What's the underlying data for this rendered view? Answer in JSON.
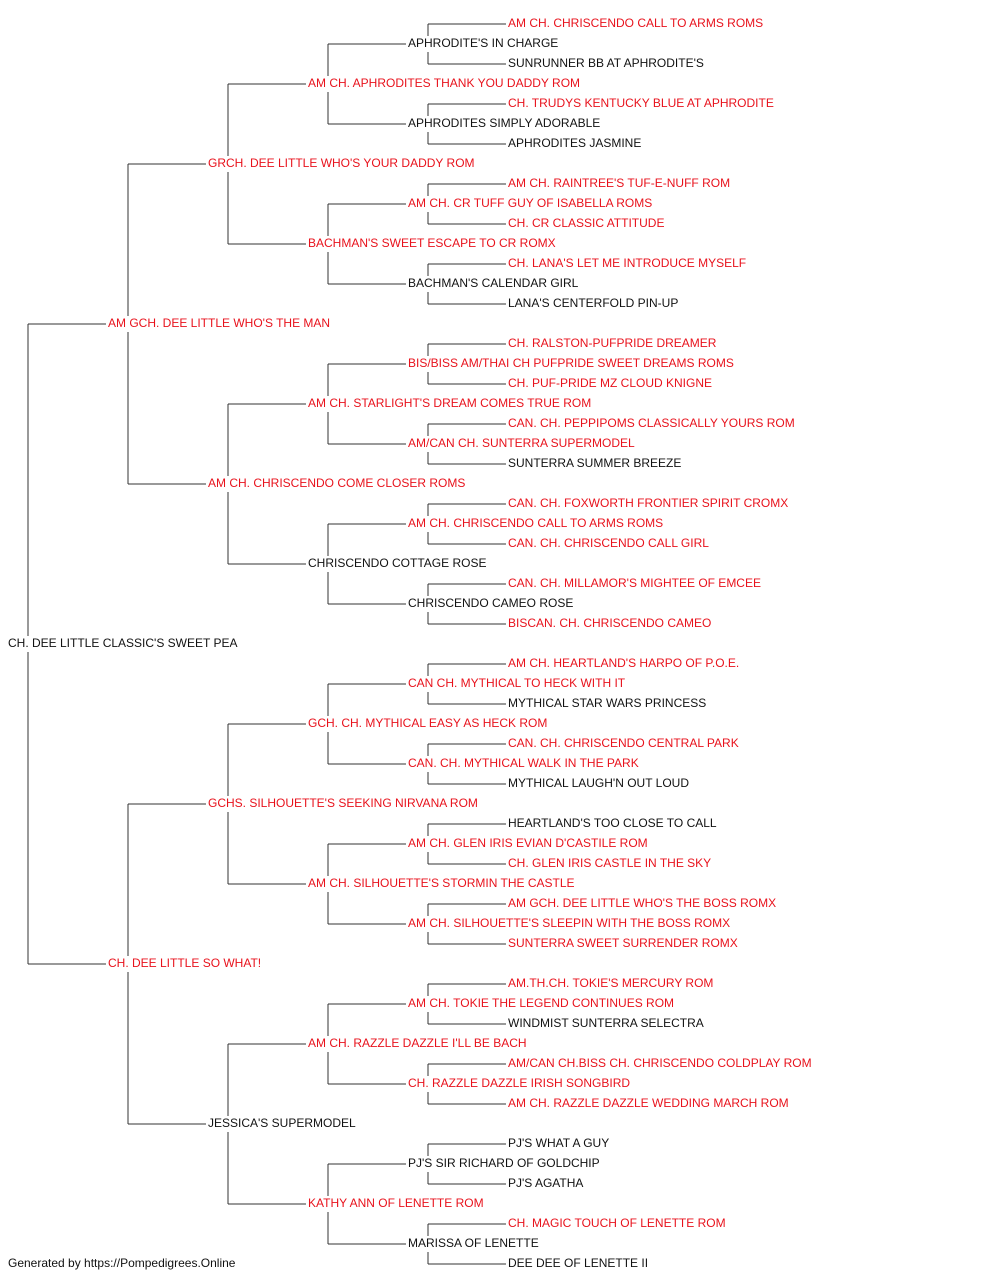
{
  "colors": {
    "champion": "#e8121c",
    "regular": "#111111",
    "connector": "#333333"
  },
  "pedigree": {
    "subject": {
      "name": "CH. DEE LITTLE CLASSIC'S SWEET PEA",
      "titled": false
    },
    "generations": [
      [
        {
          "name": "AM GCH. DEE LITTLE WHO'S THE MAN",
          "titled": true
        },
        {
          "name": "CH. DEE LITTLE SO WHAT!",
          "titled": true
        }
      ],
      [
        {
          "name": "GRCH. DEE LITTLE WHO'S YOUR DADDY ROM",
          "titled": true
        },
        {
          "name": "AM CH. CHRISCENDO COME CLOSER ROMS",
          "titled": true
        },
        {
          "name": "GCHS. SILHOUETTE'S SEEKING NIRVANA ROM",
          "titled": true
        },
        {
          "name": "JESSICA'S SUPERMODEL",
          "titled": false
        }
      ],
      [
        {
          "name": "AM CH. APHRODITES THANK YOU DADDY ROM",
          "titled": true
        },
        {
          "name": "BACHMAN'S SWEET ESCAPE TO CR ROMX",
          "titled": true
        },
        {
          "name": "AM CH. STARLIGHT'S DREAM COMES TRUE ROM",
          "titled": true
        },
        {
          "name": "CHRISCENDO COTTAGE ROSE",
          "titled": false
        },
        {
          "name": "GCH. CH. MYTHICAL EASY AS HECK ROM",
          "titled": true
        },
        {
          "name": "AM CH. SILHOUETTE'S STORMIN THE CASTLE",
          "titled": true
        },
        {
          "name": "AM CH. RAZZLE DAZZLE I'LL BE BACH",
          "titled": true
        },
        {
          "name": "KATHY ANN OF LENETTE ROM",
          "titled": true
        }
      ],
      [
        {
          "name": "APHRODITE'S IN CHARGE",
          "titled": false
        },
        {
          "name": "APHRODITES SIMPLY ADORABLE",
          "titled": false
        },
        {
          "name": "AM CH. CR TUFF GUY OF ISABELLA ROMS",
          "titled": true
        },
        {
          "name": "BACHMAN'S CALENDAR GIRL",
          "titled": false
        },
        {
          "name": "BIS/BISS AM/THAI CH PUFPRIDE SWEET DREAMS ROMS",
          "titled": true
        },
        {
          "name": "AM/CAN CH. SUNTERRA SUPERMODEL",
          "titled": true
        },
        {
          "name": "AM CH. CHRISCENDO CALL TO ARMS ROMS",
          "titled": true
        },
        {
          "name": "CHRISCENDO CAMEO ROSE",
          "titled": false
        },
        {
          "name": "CAN CH. MYTHICAL TO HECK WITH IT",
          "titled": true
        },
        {
          "name": "CAN. CH. MYTHICAL WALK IN THE PARK",
          "titled": true
        },
        {
          "name": "AM CH. GLEN IRIS EVIAN D'CASTILE ROM",
          "titled": true
        },
        {
          "name": "AM CH. SILHOUETTE'S SLEEPIN WITH THE BOSS ROMX",
          "titled": true
        },
        {
          "name": "AM CH. TOKIE THE LEGEND CONTINUES ROM",
          "titled": true
        },
        {
          "name": "CH. RAZZLE DAZZLE IRISH SONGBIRD",
          "titled": true
        },
        {
          "name": "PJ'S SIR RICHARD OF GOLDCHIP",
          "titled": false
        },
        {
          "name": "MARISSA OF LENETTE",
          "titled": false
        }
      ],
      [
        {
          "name": "AM CH. CHRISCENDO CALL TO ARMS ROMS",
          "titled": true
        },
        {
          "name": "SUNRUNNER BB AT APHRODITE'S",
          "titled": false
        },
        {
          "name": "CH. TRUDYS KENTUCKY BLUE AT APHRODITE",
          "titled": true
        },
        {
          "name": "APHRODITES JASMINE",
          "titled": false
        },
        {
          "name": "AM CH. RAINTREE'S TUF-E-NUFF ROM",
          "titled": true
        },
        {
          "name": "CH. CR CLASSIC ATTITUDE",
          "titled": true
        },
        {
          "name": "CH. LANA'S LET ME INTRODUCE MYSELF",
          "titled": true
        },
        {
          "name": "LANA'S CENTERFOLD PIN-UP",
          "titled": false
        },
        {
          "name": "CH. RALSTON-PUFPRIDE DREAMER",
          "titled": true
        },
        {
          "name": "CH. PUF-PRIDE MZ CLOUD KNIGNE",
          "titled": true
        },
        {
          "name": "CAN. CH. PEPPIPOMS CLASSICALLY YOURS ROM",
          "titled": true
        },
        {
          "name": "SUNTERRA SUMMER BREEZE",
          "titled": false
        },
        {
          "name": "CAN. CH. FOXWORTH FRONTIER SPIRIT CROMX",
          "titled": true
        },
        {
          "name": "CAN. CH. CHRISCENDO CALL GIRL",
          "titled": true
        },
        {
          "name": "CAN. CH. MILLAMOR'S MIGHTEE OF EMCEE",
          "titled": true
        },
        {
          "name": "BISCAN. CH. CHRISCENDO CAMEO",
          "titled": true
        },
        {
          "name": "AM CH. HEARTLAND'S HARPO OF P.O.E.",
          "titled": true
        },
        {
          "name": "MYTHICAL STAR WARS PRINCESS",
          "titled": false
        },
        {
          "name": "CAN. CH. CHRISCENDO CENTRAL PARK",
          "titled": true
        },
        {
          "name": "MYTHICAL LAUGH'N OUT LOUD",
          "titled": false
        },
        {
          "name": "HEARTLAND'S TOO CLOSE TO CALL",
          "titled": false
        },
        {
          "name": "CH. GLEN IRIS CASTLE IN THE SKY",
          "titled": true
        },
        {
          "name": "AM GCH. DEE LITTLE WHO'S THE BOSS ROMX",
          "titled": true
        },
        {
          "name": "SUNTERRA SWEET SURRENDER ROMX",
          "titled": true
        },
        {
          "name": "AM.TH.CH. TOKIE'S MERCURY ROM",
          "titled": true
        },
        {
          "name": "WINDMIST SUNTERRA SELECTRA",
          "titled": false
        },
        {
          "name": "AM/CAN CH.BISS CH. CHRISCENDO COLDPLAY ROM",
          "titled": true
        },
        {
          "name": "AM CH. RAZZLE DAZZLE WEDDING MARCH ROM",
          "titled": true
        },
        {
          "name": "PJ'S WHAT A GUY",
          "titled": false
        },
        {
          "name": "PJ'S AGATHA",
          "titled": false
        },
        {
          "name": "CH. MAGIC TOUCH OF LENETTE ROM",
          "titled": true
        },
        {
          "name": "DEE DEE OF LENETTE II",
          "titled": false
        }
      ]
    ]
  },
  "footer": {
    "text": "Generated by https://Pompedigrees.Online"
  }
}
